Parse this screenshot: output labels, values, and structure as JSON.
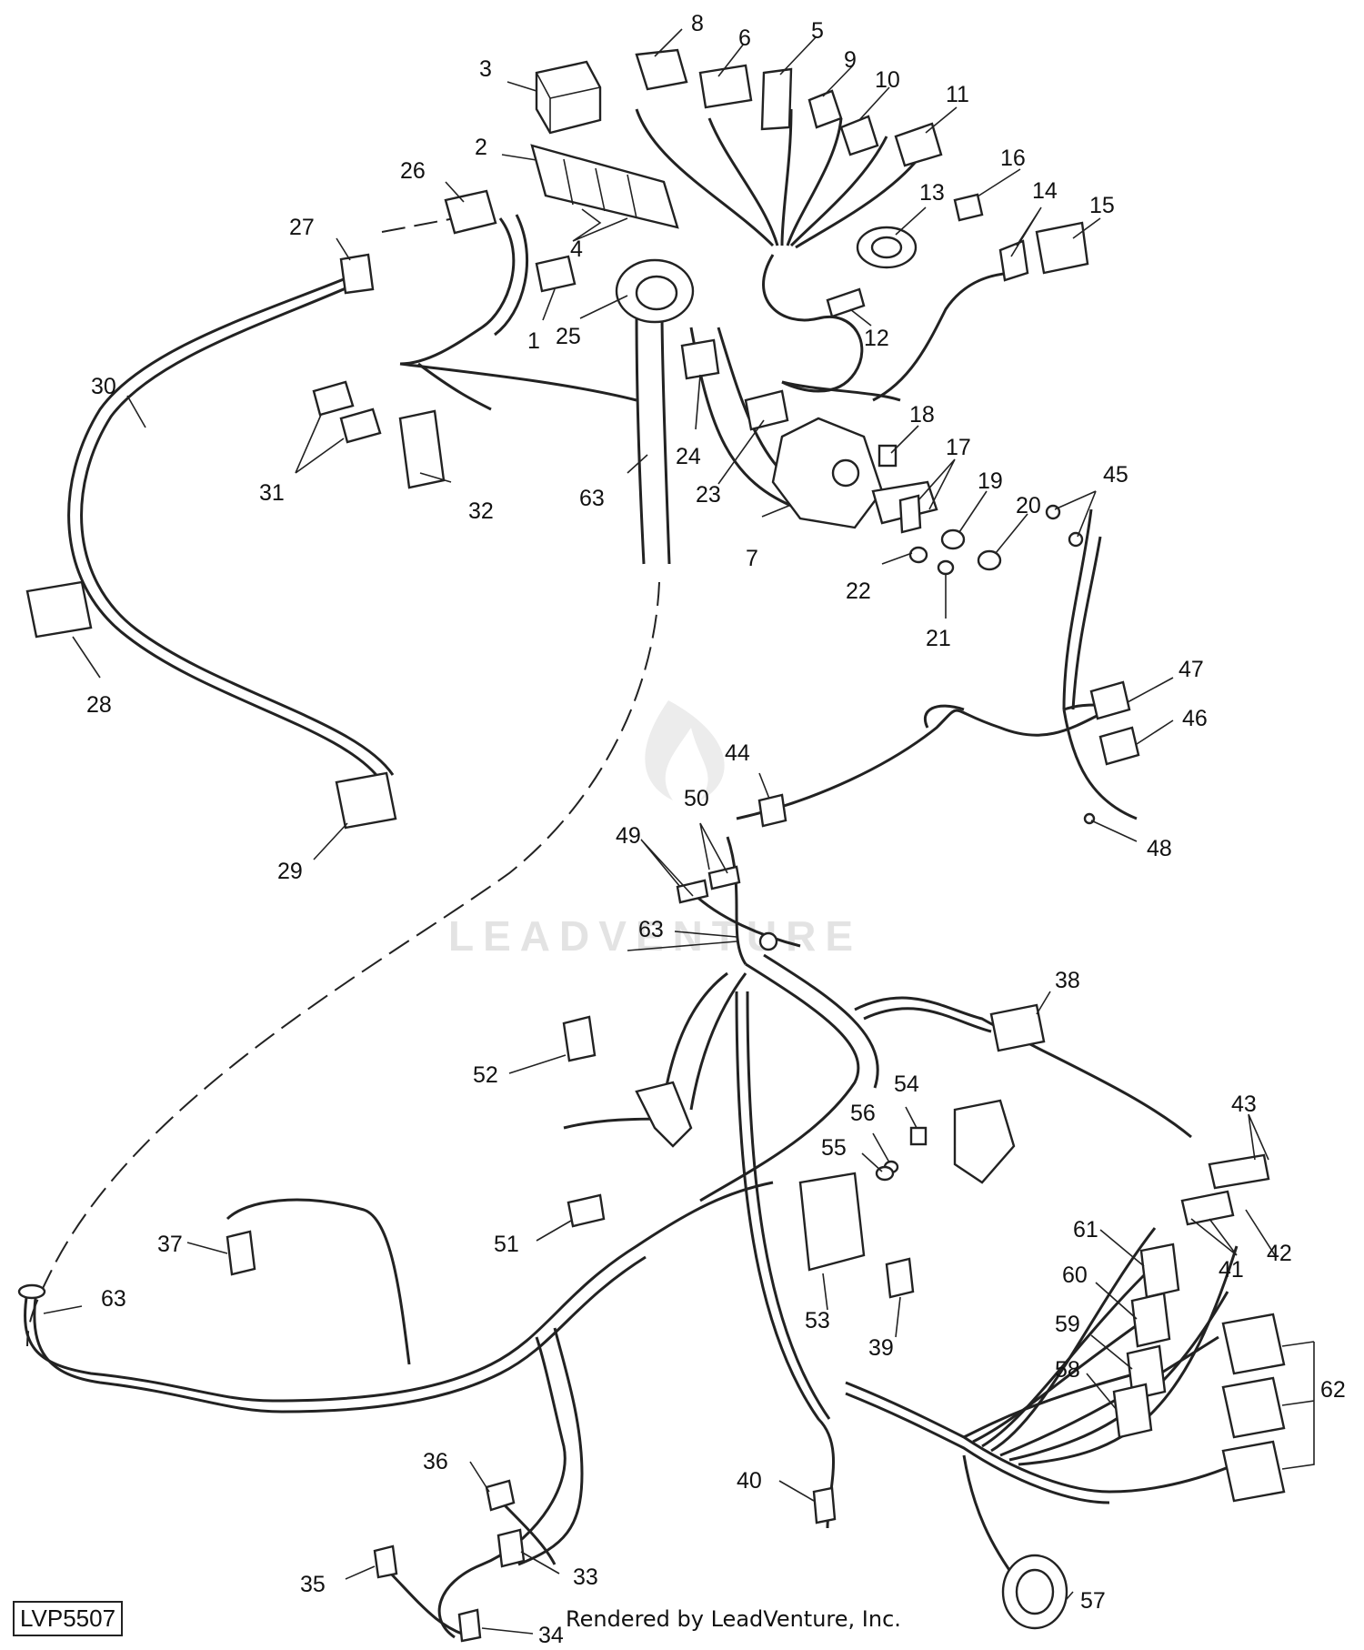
{
  "document": {
    "code": "LVP5507",
    "credit": "Rendered by LeadVenture, Inc.",
    "watermark": "LEADVENTURE"
  },
  "callouts": [
    "1",
    "2",
    "3",
    "4",
    "5",
    "6",
    "7",
    "8",
    "9",
    "10",
    "11",
    "12",
    "13",
    "14",
    "15",
    "16",
    "17",
    "18",
    "19",
    "20",
    "21",
    "22",
    "23",
    "24",
    "25",
    "26",
    "27",
    "28",
    "29",
    "30",
    "31",
    "32",
    "33",
    "34",
    "35",
    "36",
    "37",
    "38",
    "39",
    "40",
    "41",
    "42",
    "43",
    "44",
    "45",
    "46",
    "47",
    "48",
    "49",
    "50",
    "51",
    "52",
    "53",
    "54",
    "55",
    "56",
    "57",
    "58",
    "59",
    "60",
    "61",
    "62",
    "63"
  ]
}
